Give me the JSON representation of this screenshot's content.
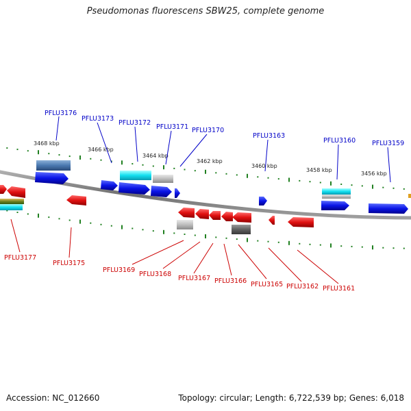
{
  "title": "Pseudomonas fluorescens SBW25, complete genome",
  "footer": {
    "accession": "Accession: NC_012660",
    "topology": "Topology: circular; Length: 6,722,539 bp; Genes: 6,018"
  },
  "colors": {
    "plus_strand_label": "#0000c8",
    "minus_strand_label": "#cc0000",
    "plus_gene": "#0a14e6",
    "minus_gene": "#e01010",
    "backbone": "#808080",
    "tick": "#208020"
  },
  "scale_labels": [
    "3468 kbp",
    "3466 kbp",
    "3464 kbp",
    "3462 kbp",
    "3460 kbp",
    "3458 kbp",
    "3456 kbp"
  ],
  "plus_strand_genes": [
    "PFLU3176",
    "PFLU3173",
    "PFLU3172",
    "PFLU3171",
    "PFLU3170",
    "PFLU3163",
    "PFLU3160",
    "PFLU3159"
  ],
  "minus_strand_genes": [
    "PFLU3177",
    "PFLU3175",
    "PFLU3169",
    "PFLU3168",
    "PFLU3167",
    "PFLU3166",
    "PFLU3165",
    "PFLU3162",
    "PFLU3161"
  ]
}
